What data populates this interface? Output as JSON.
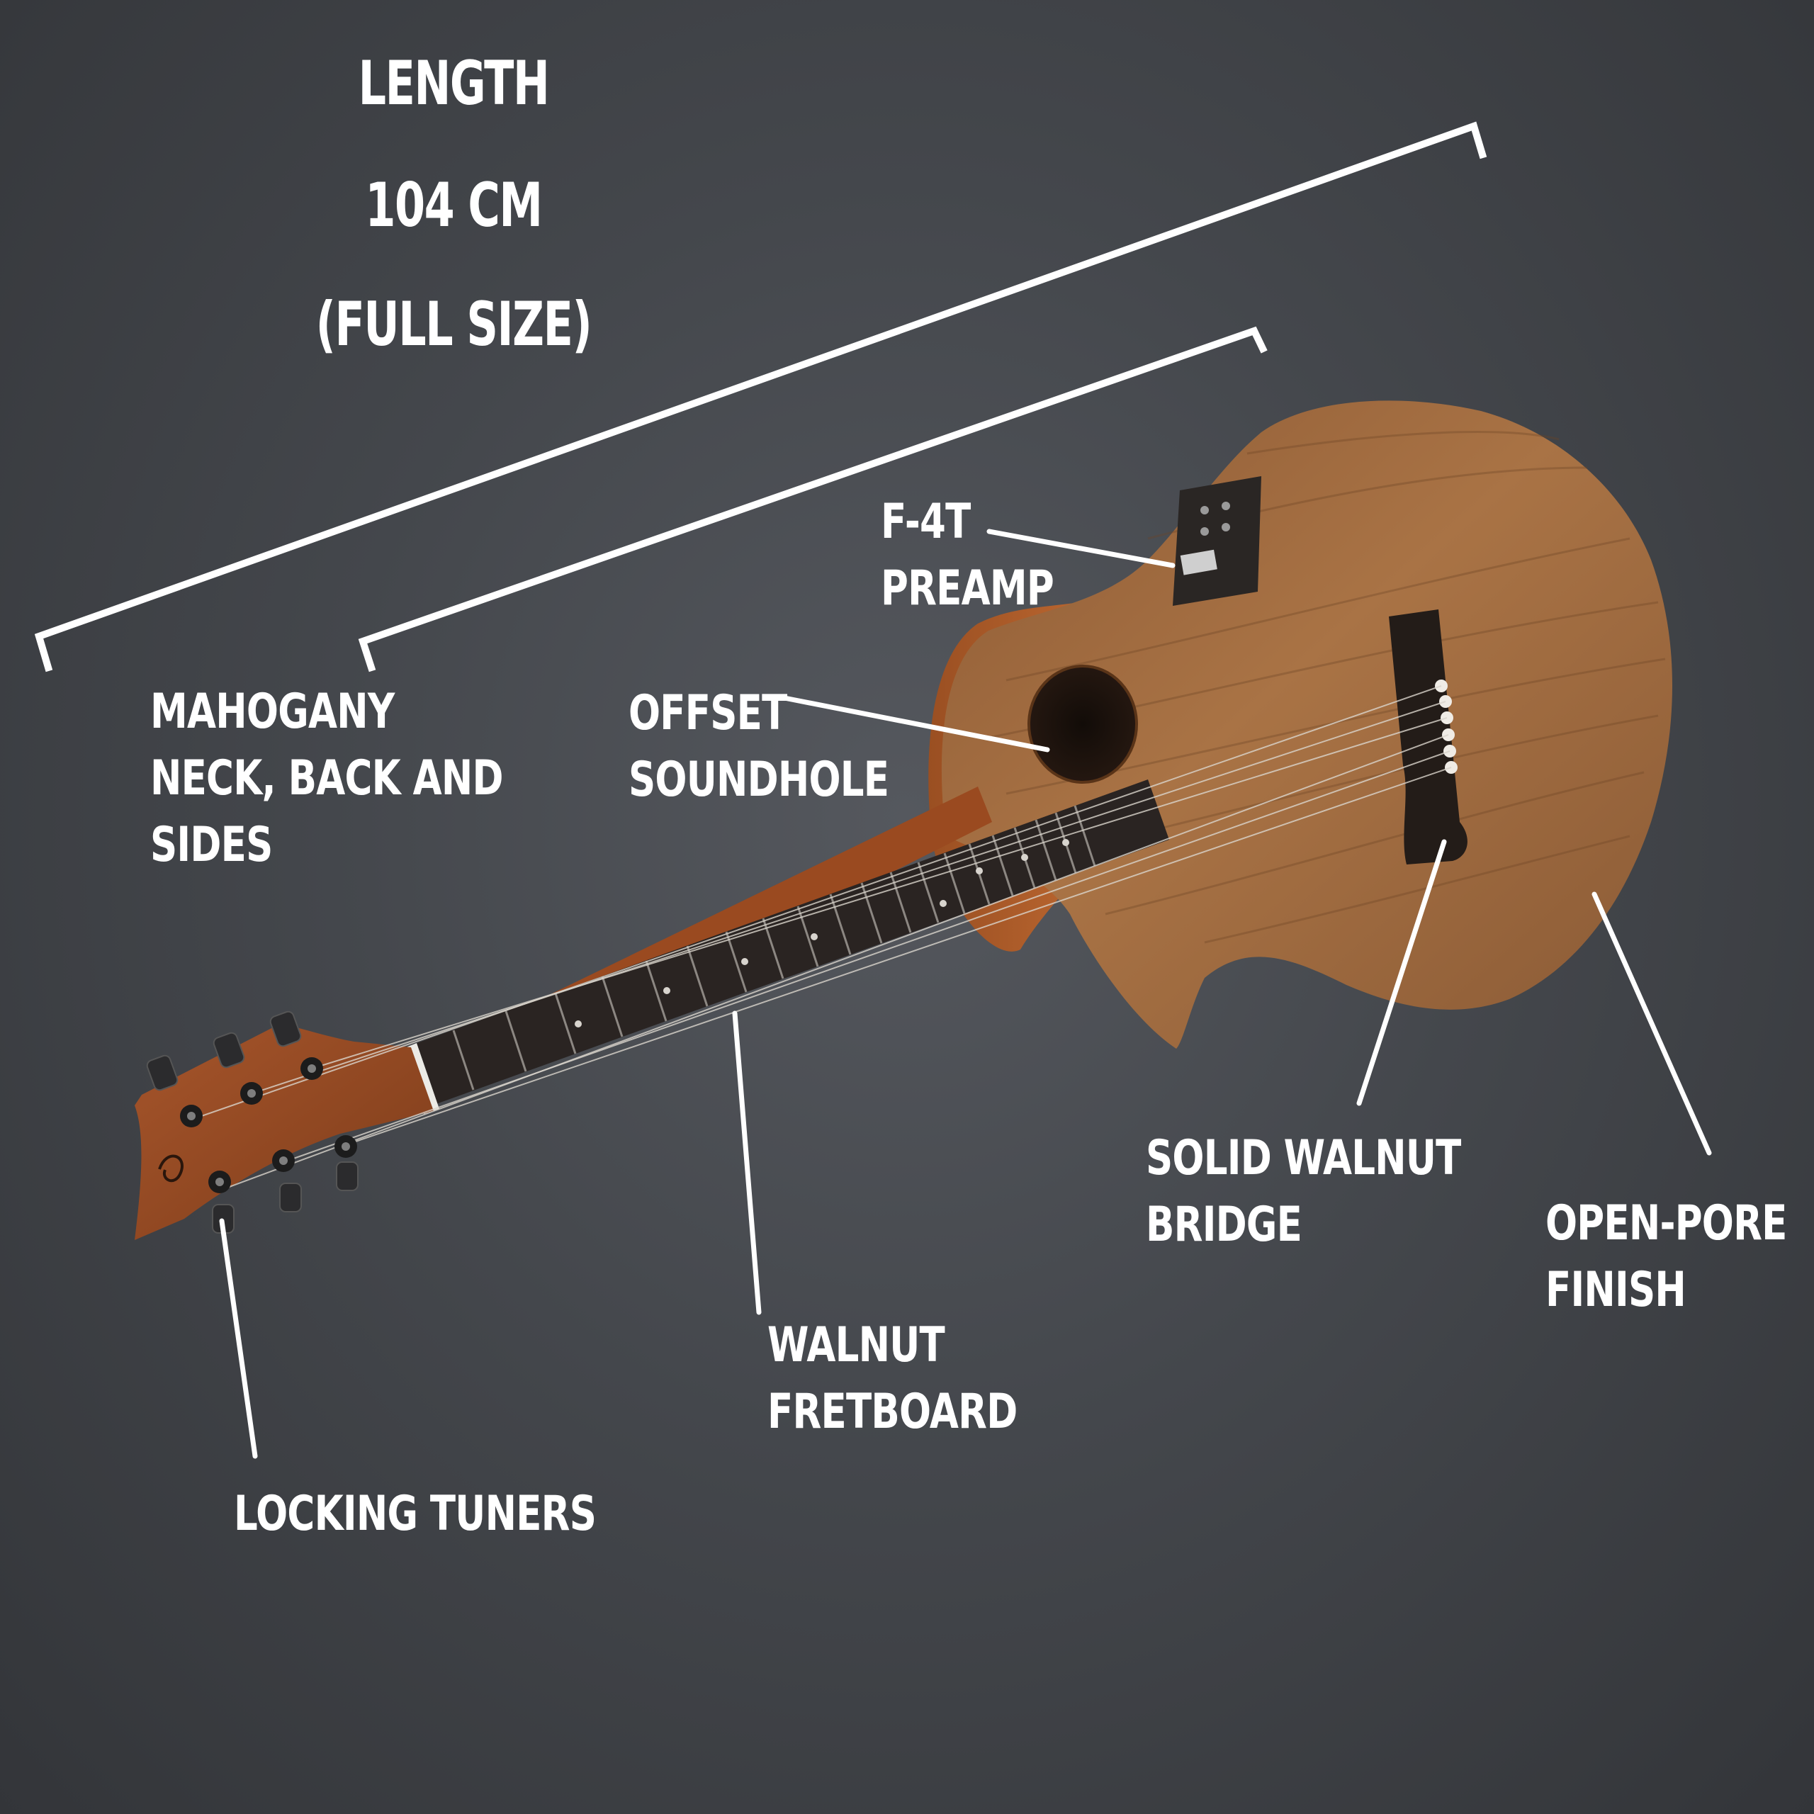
{
  "dimension": {
    "line1": "LENGTH",
    "line2": "104 CM",
    "line3": "(FULL SIZE)"
  },
  "callouts": {
    "preamp": [
      "F-4T",
      "PREAMP"
    ],
    "soundhole": [
      "OFFSET",
      "SOUNDHOLE"
    ],
    "wood": [
      "MAHOGANY",
      "NECK, BACK AND",
      "SIDES"
    ],
    "bridge": [
      "SOLID WALNUT",
      "BRIDGE"
    ],
    "finish": [
      "OPEN-PORE",
      "FINISH"
    ],
    "fretboard": [
      "WALNUT",
      "FRETBOARD"
    ],
    "tuners": [
      "LOCKING TUNERS"
    ]
  },
  "colors": {
    "background": "#46494e",
    "callout_text": "#ffffff",
    "body_wood": "#a26a3c",
    "fretboard": "#2a2422"
  }
}
